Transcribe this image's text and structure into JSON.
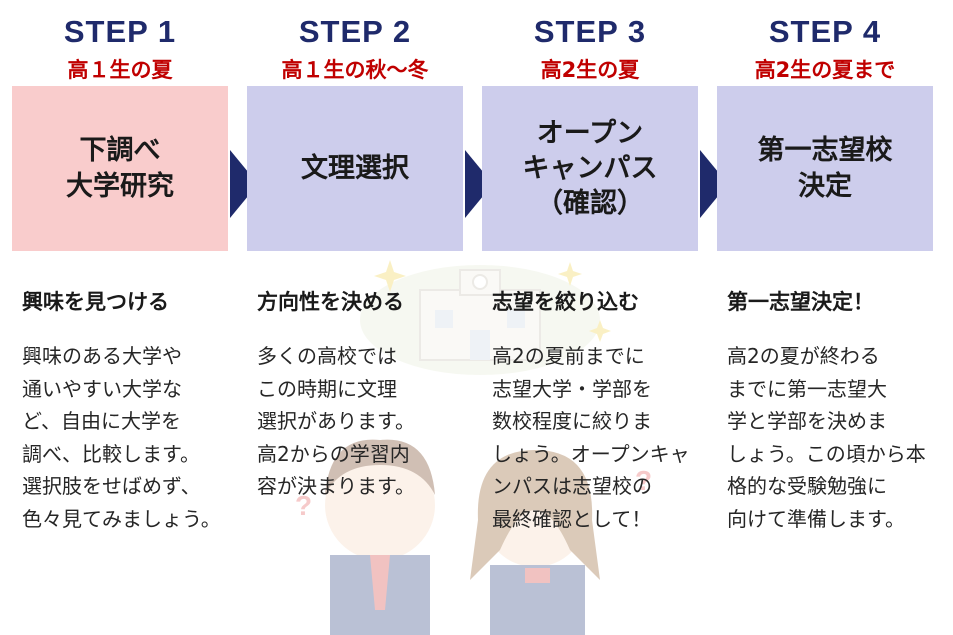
{
  "colors": {
    "step_title": "#1f2a6b",
    "period": "#c00000",
    "box_highlight": "#f9cccc",
    "box_default": "#cdcdec",
    "arrow": "#1f2a6b"
  },
  "steps": [
    {
      "title": "STEP 1",
      "period": "高１生の夏",
      "box_lines": [
        "下調べ",
        "大学研究"
      ],
      "heading": "興味を見つける",
      "body_lines": [
        "興味のある大学や",
        "通いやすい大学な",
        "ど、自由に大学を",
        "調べ、比較します。",
        "選択肢をせばめず、",
        "色々見てみましょう。"
      ]
    },
    {
      "title": "STEP 2",
      "period": "高１生の秋〜冬",
      "box_lines": [
        "文理選択"
      ],
      "heading": "方向性を決める",
      "body_lines": [
        "多くの高校では",
        "この時期に文理",
        "選択があります。",
        "高2からの学習内",
        "容が決まります。"
      ]
    },
    {
      "title": "STEP 3",
      "period": "高2生の夏",
      "box_lines": [
        "オープン",
        "キャンパス",
        "（確認）"
      ],
      "heading": "志望を絞り込む",
      "body_lines": [
        "高2の夏前までに",
        "志望大学・学部を",
        "数校程度に絞りま",
        "しょう。オープンキャ",
        "ンパスは志望校の",
        "最終確認として！"
      ]
    },
    {
      "title": "STEP 4",
      "period": "高2生の夏まで",
      "box_lines": [
        "第一志望校",
        "決定"
      ],
      "heading": "第一志望決定！",
      "body_lines": [
        "高2の夏が終わる",
        "までに第一志望大",
        "学と学部を決めま",
        "しょう。この頃から本",
        "格的な受験勉強に",
        "向けて準備します。"
      ]
    }
  ]
}
